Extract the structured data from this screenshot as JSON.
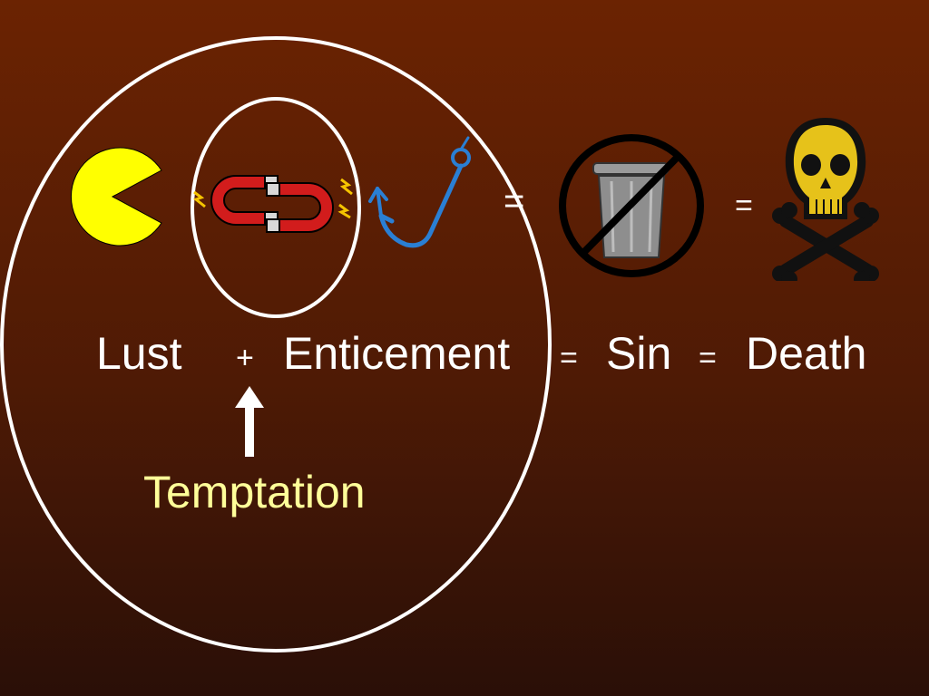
{
  "slide": {
    "equation": {
      "lust": "Lust",
      "plus": "+",
      "enticement": "Enticement",
      "equals_1": "=",
      "sin": "Sin",
      "equals_2": "=",
      "death": "Death"
    },
    "icon_row": {
      "equals_1": "=",
      "equals_2": "="
    },
    "caption": "Temptation",
    "icons": [
      "pacman-icon",
      "magnets-icon",
      "fishhook-icon",
      "no-trash-icon",
      "skull-crossbones-icon"
    ],
    "colors": {
      "background_top": "#6b2302",
      "background_bottom": "#2a0f07",
      "text": "#ffffff",
      "caption": "#ffff99"
    }
  }
}
